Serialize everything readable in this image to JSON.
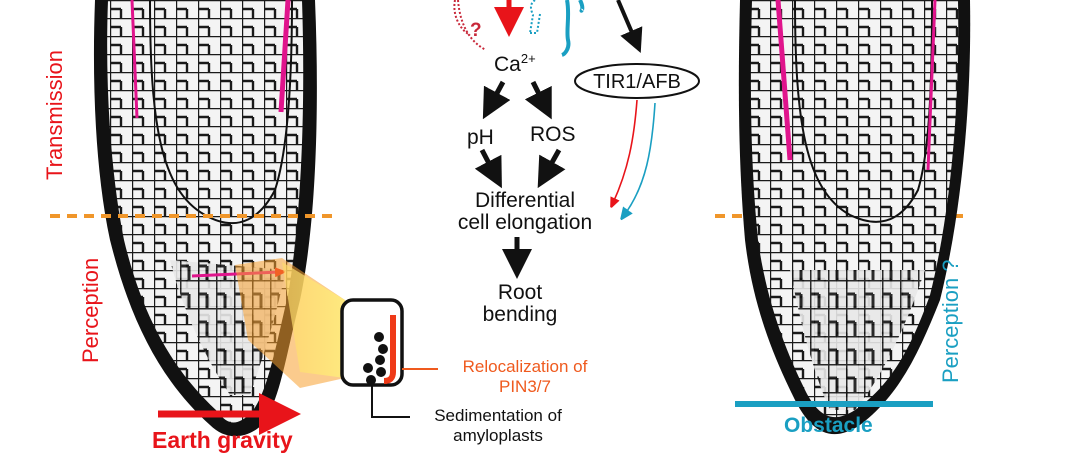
{
  "colors": {
    "gravity_red": "#e8141a",
    "touch_cyan": "#1a9fc2",
    "threshold_orange": "#f0962a",
    "pin_orange": "#ef5a1e",
    "magenta": "#e0148c",
    "yellow_beam": "#ffe25a"
  },
  "left_panel": {
    "zone_upper": "Transmission",
    "zone_lower": "Perception",
    "stimulus": "Earth gravity",
    "inset": {
      "pin_label_line1": "Relocalization of",
      "pin_label_line2": "PIN3/7",
      "amyloplast_label_line1": "Sedimentation of",
      "amyloplast_label_line2": "amyloplasts"
    }
  },
  "pathway": {
    "question_mark": "?",
    "calcium": "Ca",
    "calcium_sup": "2+",
    "receptor": "TIR1/AFB",
    "ph": "pH",
    "ros": "ROS",
    "elongation_line1": "Differential",
    "elongation_line2": "cell elongation",
    "bending_line1": "Root",
    "bending_line2": "bending"
  },
  "right_panel": {
    "zone_lower": "Perception ?",
    "stimulus": "Obstacle"
  }
}
